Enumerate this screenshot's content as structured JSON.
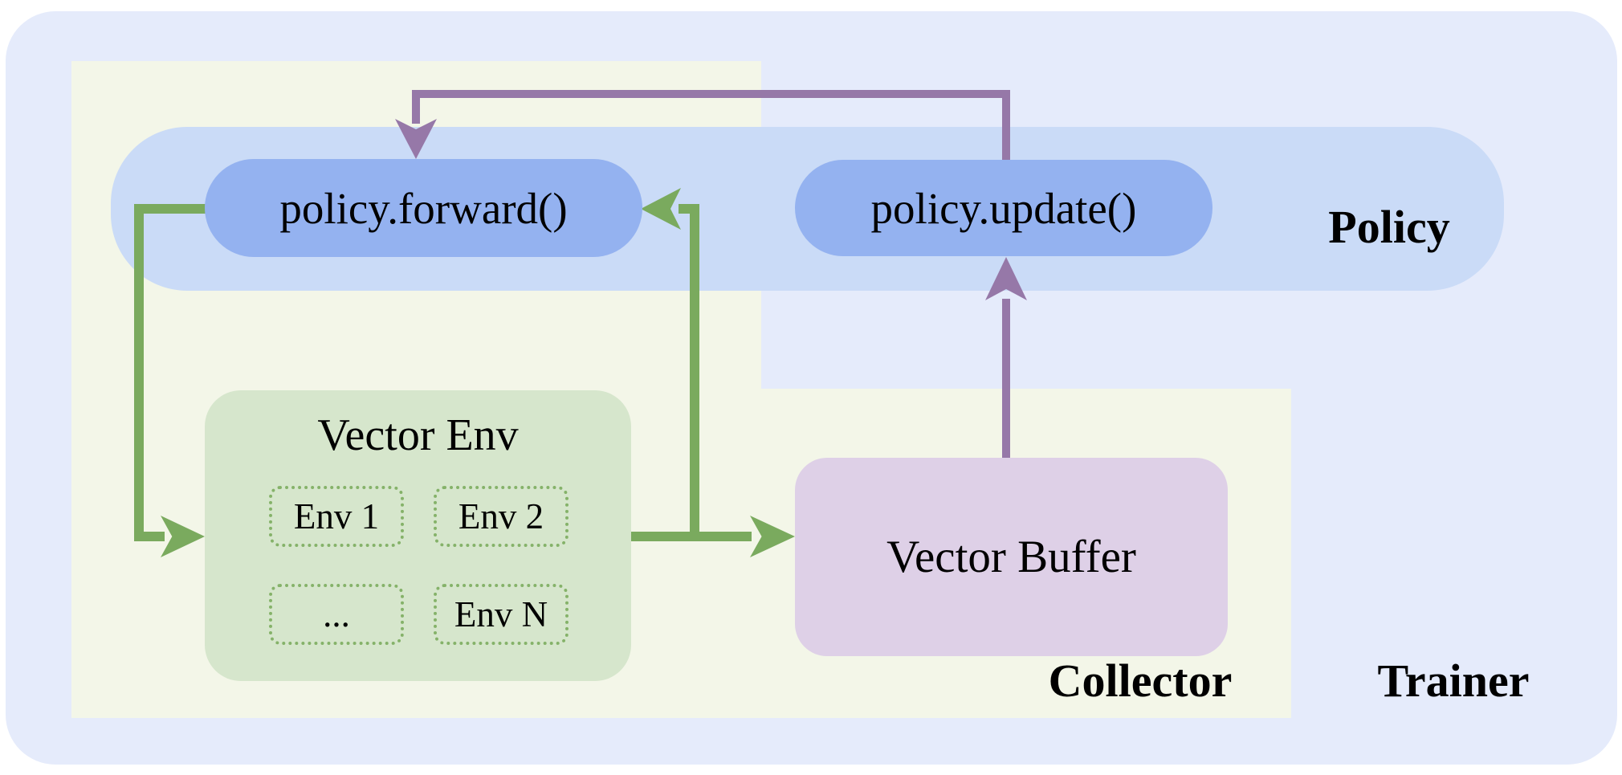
{
  "diagram": {
    "regions": {
      "trainer": {
        "label": "Trainer"
      },
      "collector": {
        "label": "Collector"
      },
      "policy": {
        "label": "Policy"
      }
    },
    "nodes": {
      "policy_forward": {
        "label": "policy.forward()"
      },
      "policy_update": {
        "label": "policy.update()"
      },
      "vector_env": {
        "title": "Vector Env",
        "envs": [
          "Env 1",
          "Env 2",
          "...",
          "Env N"
        ]
      },
      "vector_buffer": {
        "label": "Vector Buffer"
      }
    },
    "colors": {
      "trainer_bg": "#e5ebfb",
      "collector_bg": "#f3f6e8",
      "policy_band_bg": "#cadbf7",
      "pill_bg": "#94b2f0",
      "env_box_bg": "#d6e6cc",
      "env_dash_border": "#85b269",
      "buffer_bg": "#ded0e7",
      "arrow_green": "#7aaa5e",
      "arrow_purple": "#9678a8"
    }
  }
}
